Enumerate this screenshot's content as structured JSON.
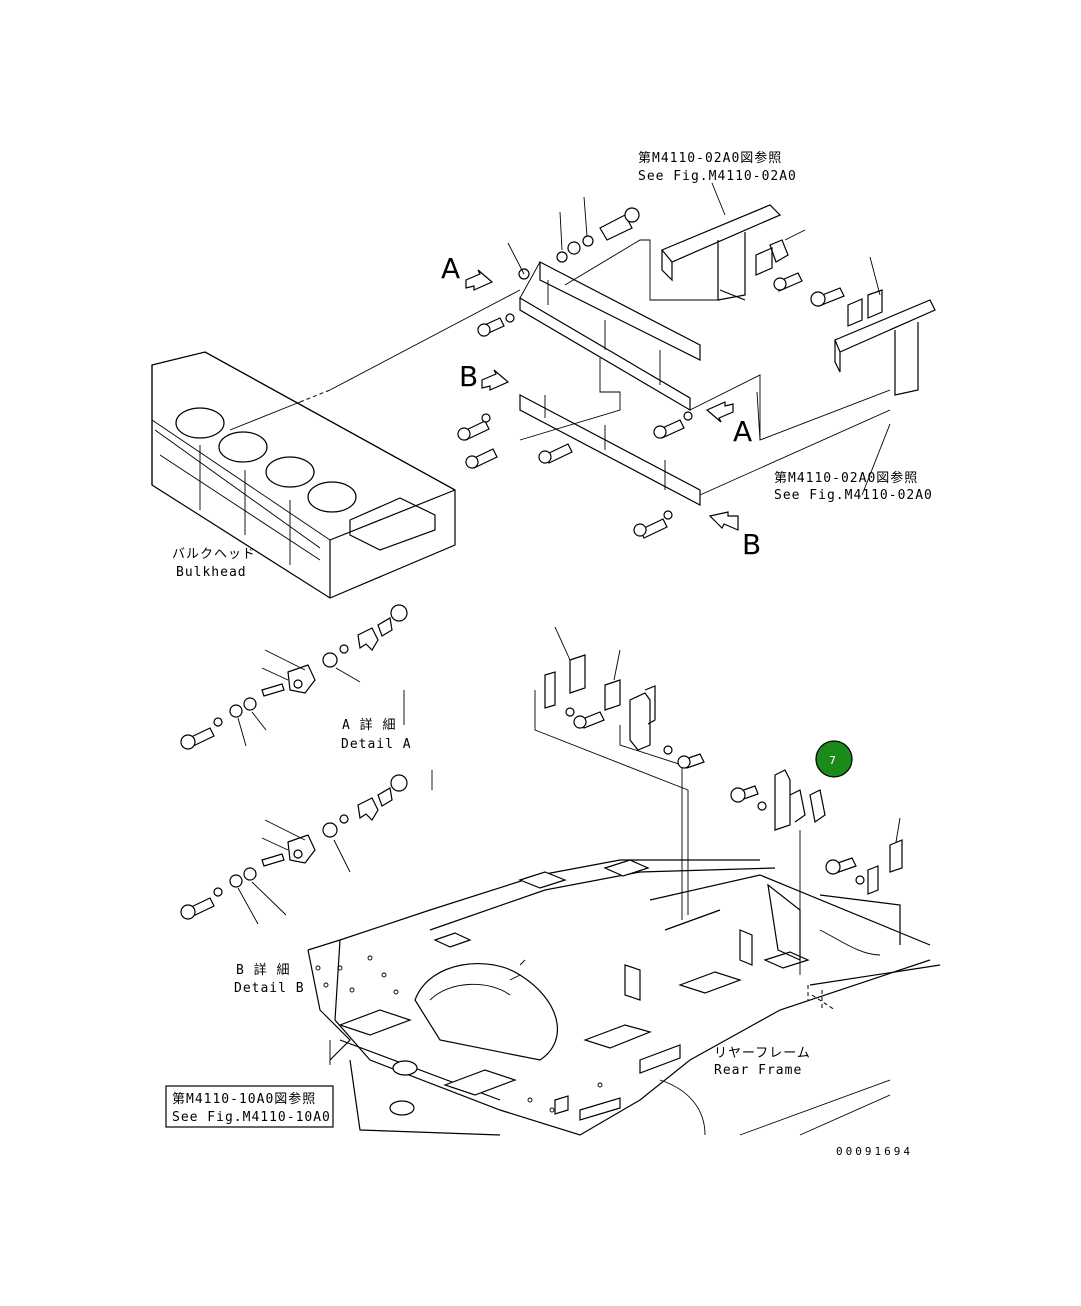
{
  "references": {
    "top_jp": "第M4110-02A0図参照",
    "top_en": "See Fig.M4110-02A0",
    "right_jp": "第M4110-02A0図参照",
    "right_en": "See Fig.M4110-02A0",
    "bottom_jp": "第M4110-10A0図参照",
    "bottom_en": "See Fig.M4110-10A0"
  },
  "view_markers": {
    "a_upper": "A",
    "b_upper": "B",
    "a_right": "A",
    "b_right": "B"
  },
  "components": {
    "bulkhead_jp": "バルクヘッド",
    "bulkhead_en": "Bulkhead",
    "rear_frame_jp": "リヤーフレーム",
    "rear_frame_en": "Rear Frame"
  },
  "details": {
    "a_jp": "A 詳 細",
    "a_en": "Detail A",
    "b_jp": "B 詳 細",
    "b_en": "Detail B"
  },
  "callout": {
    "number": "7",
    "color": "#1a8a1a"
  },
  "drawing_id": "00091694"
}
